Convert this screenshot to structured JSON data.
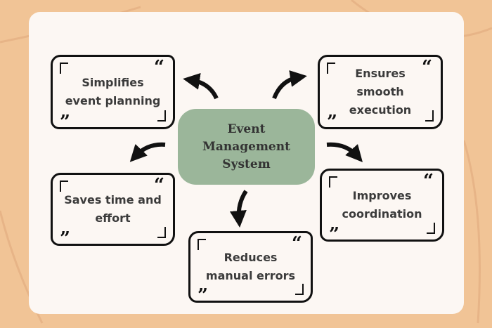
{
  "center": {
    "title": "Event Management System"
  },
  "benefits": [
    {
      "text": "Simplifies event planning"
    },
    {
      "text": "Ensures smooth execution"
    },
    {
      "text": "Saves time and effort"
    },
    {
      "text": "Improves coordination"
    },
    {
      "text": "Reduces manual errors"
    }
  ],
  "colors": {
    "background": "#f1c496",
    "card": "#fcf7f3",
    "center": "#9bb69a",
    "text": "#3b3b3b"
  }
}
